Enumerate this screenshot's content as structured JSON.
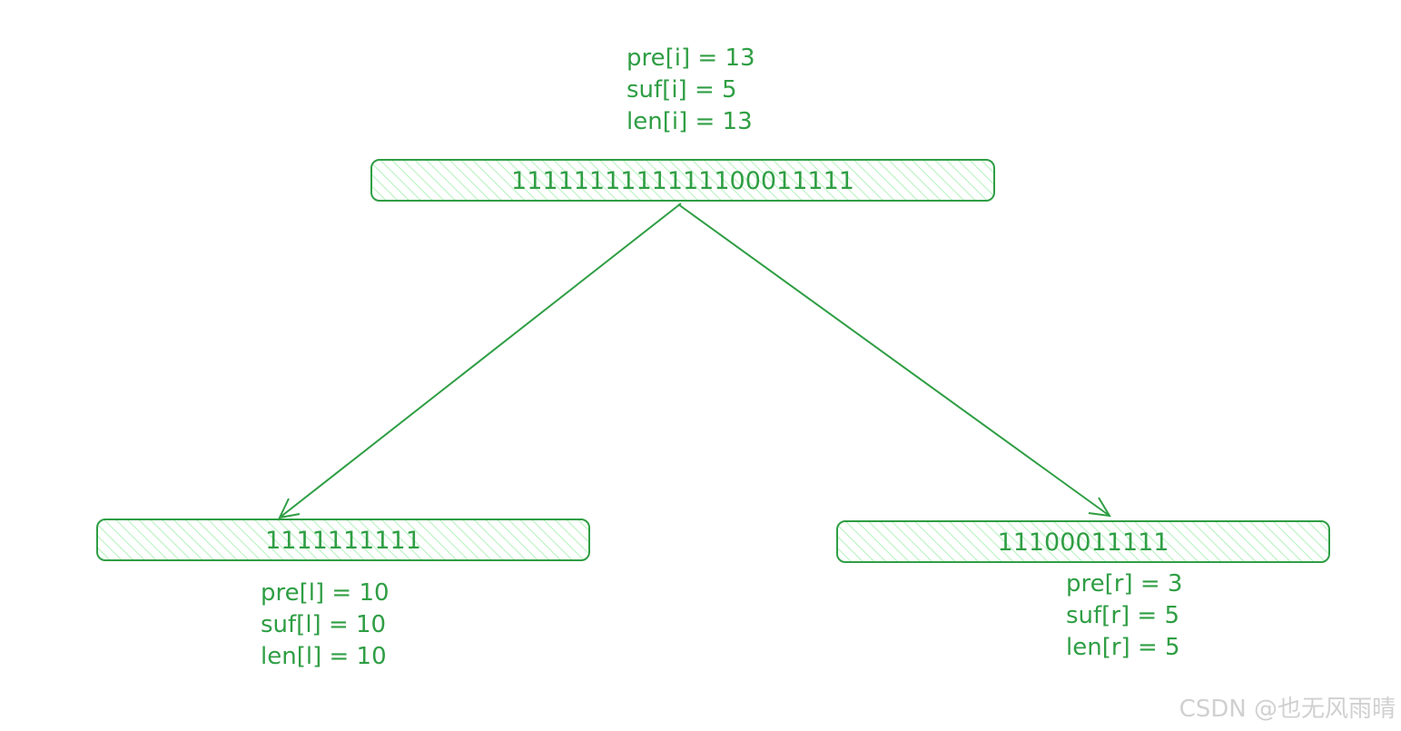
{
  "colors": {
    "stroke": "#2f9e44",
    "hatch": "#b2f2bb",
    "text": "#2f9e44",
    "watermark": "#d0d0d0"
  },
  "nodes": {
    "root": {
      "label": "1111111111111100011111",
      "stats": [
        "pre[i] = 13",
        "suf[i] = 5",
        "len[i] = 13"
      ]
    },
    "left": {
      "label": "1111111111",
      "stats": [
        "pre[l] = 10",
        "suf[l] = 10",
        "len[l] = 10"
      ]
    },
    "right": {
      "label": "11100011111",
      "stats": [
        "pre[r] = 3",
        "suf[r] = 5",
        "len[r] = 5"
      ]
    }
  },
  "watermark": "CSDN @也无风雨晴"
}
